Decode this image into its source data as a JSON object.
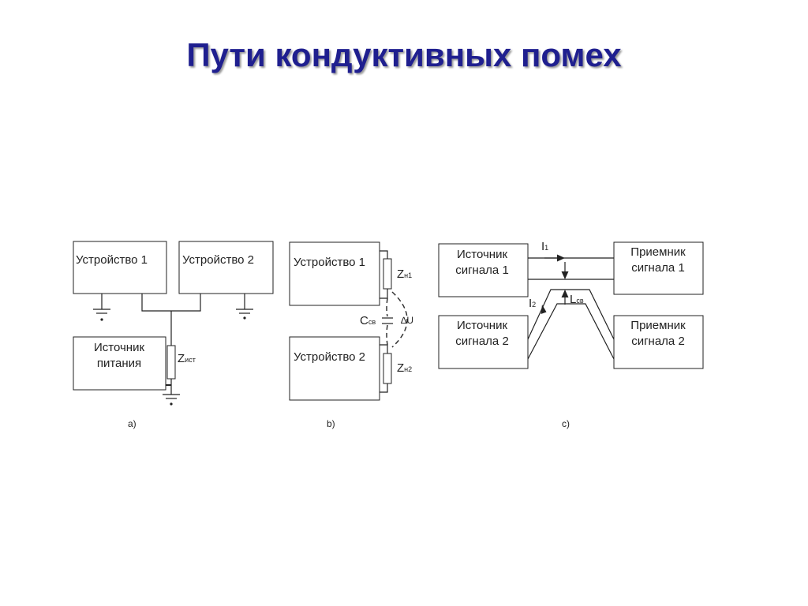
{
  "title": "Пути кондуктивных помех",
  "diagram_a": {
    "device1": "Устройство 1",
    "device2": "Устройство 2",
    "supply_line1": "Источник",
    "supply_line2": "питания",
    "z_main": "Z",
    "z_sub": "ист",
    "caption": "a)"
  },
  "diagram_b": {
    "device1": "Устройство 1",
    "device2": "Устройство 2",
    "zn1_main": "Z",
    "zn1_sub": "н1",
    "zn2_main": "Z",
    "zn2_sub": "н2",
    "c_main": "C",
    "c_sub": "св",
    "delta_u": "∆U",
    "caption": "b)"
  },
  "diagram_c": {
    "source1_line1": "Источник",
    "source1_line2": "сигнала 1",
    "source2_line1": "Источник",
    "source2_line2": "сигнала 2",
    "receiver1_line1": "Приемник",
    "receiver1_line2": "сигнала 1",
    "receiver2_line1": "Приемник",
    "receiver2_line2": "сигнала 2",
    "i1_main": "I",
    "i1_sub": "1",
    "i2_main": "I",
    "i2_sub": "2",
    "l_main": "L",
    "l_sub": "св",
    "caption": "c)"
  }
}
